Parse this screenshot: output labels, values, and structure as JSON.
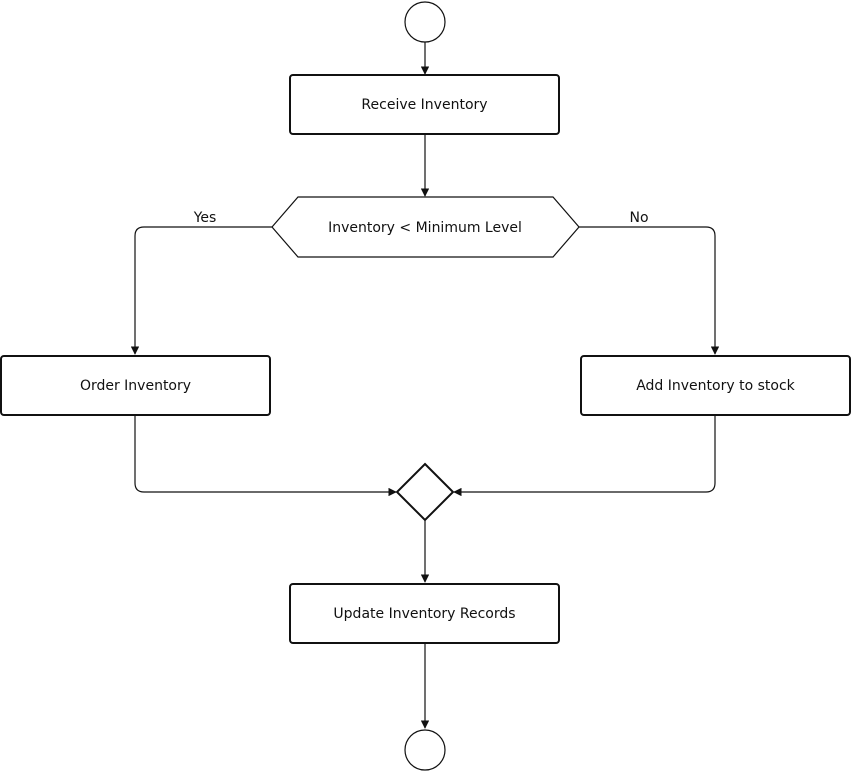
{
  "diagram": {
    "nodes": {
      "start": {
        "label": ""
      },
      "receive": {
        "label": "Receive Inventory"
      },
      "decision": {
        "label": "Inventory < Minimum Level"
      },
      "order": {
        "label": "Order Inventory"
      },
      "add": {
        "label": "Add Inventory to stock"
      },
      "merge": {
        "label": ""
      },
      "update": {
        "label": "Update Inventory Records"
      },
      "end": {
        "label": ""
      }
    },
    "edge_labels": {
      "yes": "Yes",
      "no": "No"
    }
  }
}
